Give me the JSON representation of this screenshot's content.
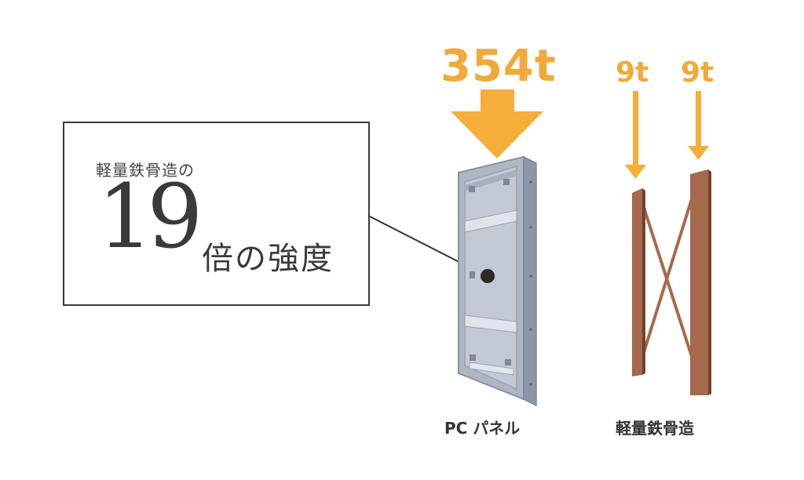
{
  "callout": {
    "line1": "軽量鉄骨造の",
    "number": "19",
    "suffix": "倍の強度"
  },
  "pc_panel": {
    "load_label": "354t",
    "caption": "PC パネル"
  },
  "steel_frame": {
    "load_label_left": "9t",
    "load_label_right": "9t",
    "caption": "軽量鉄骨造"
  },
  "colors": {
    "arrow": "#f6ae3a",
    "panel": "#b8bfcc",
    "steel": "#a56a4c",
    "text": "#333333"
  }
}
